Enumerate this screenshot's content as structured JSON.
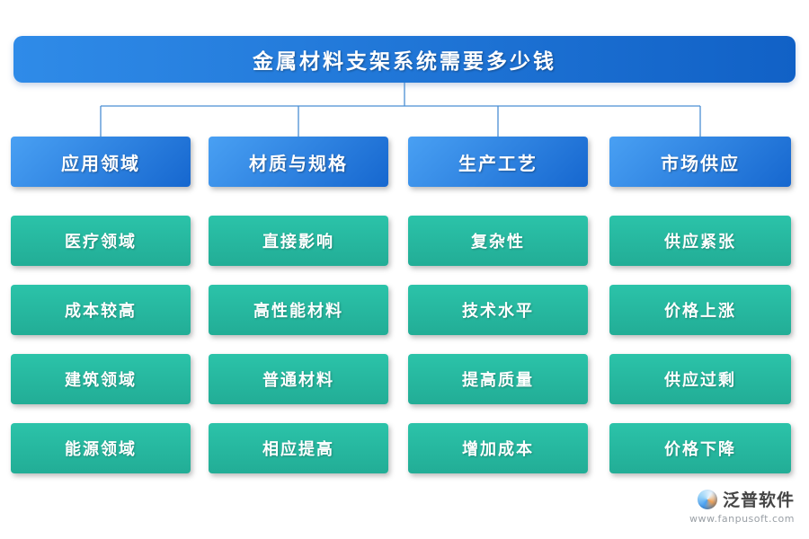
{
  "title": "金属材料支架系统需要多少钱",
  "columns": [
    {
      "header": "应用领域",
      "items": [
        "医疗领域",
        "成本较高",
        "建筑领域",
        "能源领域"
      ]
    },
    {
      "header": "材质与规格",
      "items": [
        "直接影响",
        "高性能材料",
        "普通材料",
        "相应提高"
      ]
    },
    {
      "header": "生产工艺",
      "items": [
        "复杂性",
        "技术水平",
        "提高质量",
        "增加成本"
      ]
    },
    {
      "header": "市场供应",
      "items": [
        "供应紧张",
        "价格上涨",
        "供应过剩",
        "价格下降"
      ]
    }
  ],
  "footer": {
    "brand": "泛普软件",
    "url": "www.fanpusoft.com"
  },
  "colors": {
    "title_gradient_start": "#2f8be8",
    "title_gradient_end": "#1161c6",
    "header_gradient_start": "#49a0f3",
    "header_gradient_end": "#1667cf",
    "node_color": "#2bc3a9",
    "node_color_dark": "#22ad96",
    "connector_color": "#4b8fd4"
  }
}
